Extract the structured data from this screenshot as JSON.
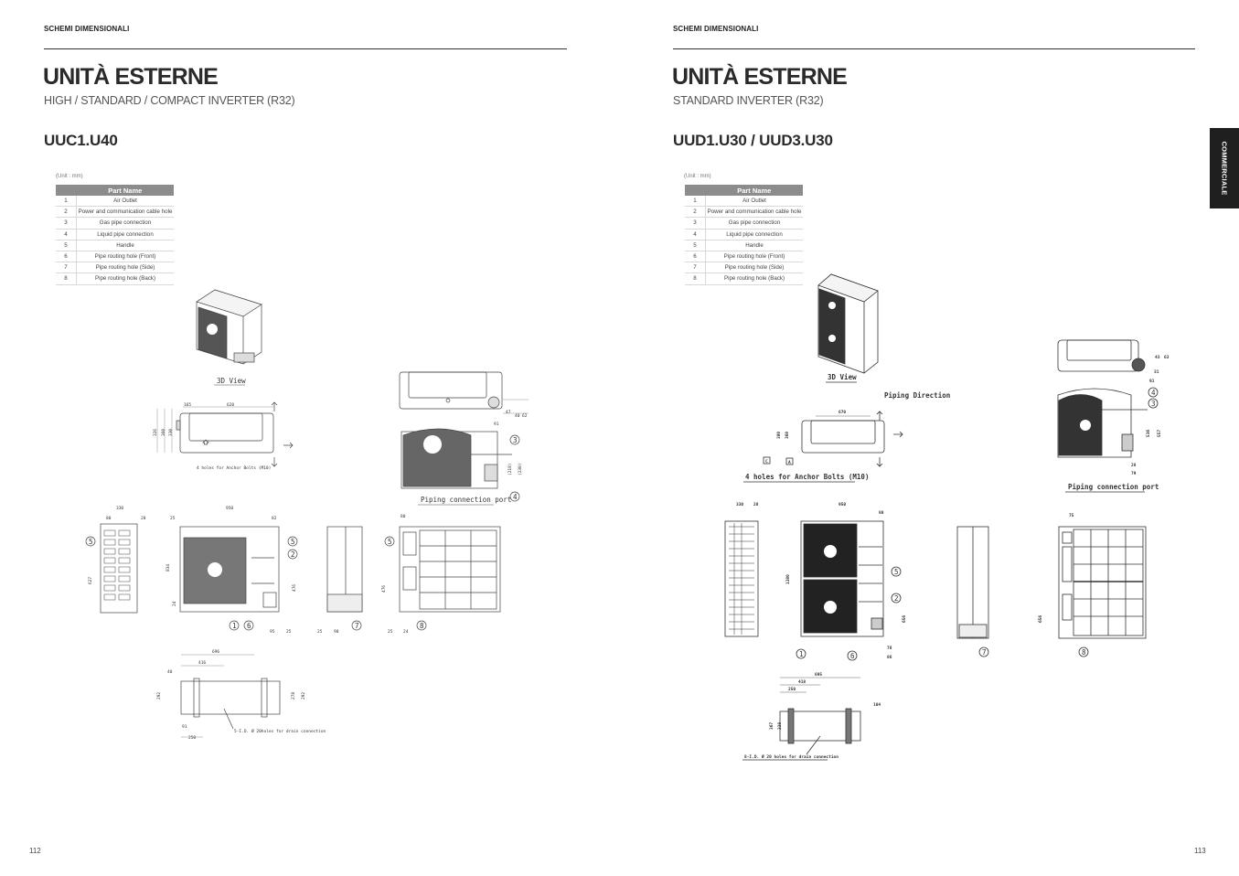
{
  "left_page": {
    "section_label": "SCHEMI DIMENSIONALI",
    "title": "UNITÀ ESTERNE",
    "subtitle": "HIGH / STANDARD / COMPACT INVERTER (R32)",
    "model": "UUC1.U40",
    "unit_note": "(Unit : mm)",
    "parts_table": {
      "header": "Part Name",
      "rows": [
        {
          "num": "1",
          "name": "Air Outlet"
        },
        {
          "num": "2",
          "name": "Power and communication cable hole"
        },
        {
          "num": "3",
          "name": "Gas pipe connection"
        },
        {
          "num": "4",
          "name": "Liquid pipe connection"
        },
        {
          "num": "5",
          "name": "Handle"
        },
        {
          "num": "6",
          "name": "Pipe routing hole (Front)"
        },
        {
          "num": "7",
          "name": "Pipe routing hole (Side)"
        },
        {
          "num": "8",
          "name": "Pipe routing hole (Back)"
        }
      ]
    },
    "drawing": {
      "view_3d_label": "3D View",
      "anchor_note": "4 holes for Anchor Bolts (M10)",
      "piping_port_label": "Piping connection port",
      "drain_note": "5-I.D. Ø 20holes for drain connection",
      "dims": {
        "top_width": "620",
        "top_offset": "165",
        "top_depth_a": "326",
        "top_depth_b": "360",
        "top_depth_c": "330",
        "port_a": "47",
        "port_b": "91",
        "port_c": "40",
        "port_d": "62",
        "port_h1": "(218)",
        "port_h2": "(230)",
        "side_depth": "330",
        "side_a": "80",
        "side_b": "28",
        "side_h": "627",
        "front_width": "950",
        "front_left": "25",
        "front_right": "82",
        "front_height": "834",
        "front_base": "24",
        "front_h5": "476",
        "front_b1": "95",
        "front_b2": "25",
        "rside_b1": "25",
        "rside_b2": "90",
        "back_top": "80",
        "back_h": "476",
        "back_b1": "25",
        "back_b2": "24",
        "base_w1": "696",
        "base_w2": "416",
        "base_w3": "40",
        "base_d1": "292",
        "base_d2": "278",
        "base_d3": "292",
        "base_d4": "91",
        "base_d5": "250"
      }
    },
    "page_number": "112"
  },
  "right_page": {
    "section_label": "SCHEMI DIMENSIONALI",
    "title": "UNITÀ ESTERNE",
    "subtitle": "STANDARD INVERTER (R32)",
    "model": "UUD1.U30 / UUD3.U30",
    "unit_note": "(Unit : mm)",
    "parts_table": {
      "header": "Part Name",
      "rows": [
        {
          "num": "1",
          "name": "Air Outlet"
        },
        {
          "num": "2",
          "name": "Power and communication cable hole"
        },
        {
          "num": "3",
          "name": "Gas pipe connection"
        },
        {
          "num": "4",
          "name": "Liquid pipe connection"
        },
        {
          "num": "5",
          "name": "Handle"
        },
        {
          "num": "6",
          "name": "Pipe routing hole (Front)"
        },
        {
          "num": "7",
          "name": "Pipe routing hole (Side)"
        },
        {
          "num": "8",
          "name": "Pipe routing hole (Back)"
        }
      ]
    },
    "drawing": {
      "view_3d_label": "3D View",
      "piping_direction": "Piping Direction",
      "anchor_note": "4 holes for Anchor Bolts (M10)",
      "piping_port_label": "Piping connection port",
      "drain_note": "8-I.D. Ø 20 holes for drain connection",
      "dims": {
        "top_width": "670",
        "top_depth_a": "380",
        "top_depth_b": "360",
        "side_depth": "330",
        "side_b": "28",
        "front_width": "950",
        "front_right": "80",
        "front_height": "1380",
        "front_h5": "656",
        "front_b1": "78",
        "front_b2": "86",
        "port_a": "43",
        "port_b": "63",
        "port_c": "31",
        "port_d": "91",
        "port_h1": "536",
        "port_h2": "557",
        "port_w1": "28",
        "port_w2": "79",
        "back_top": "75",
        "back_h": "656",
        "base_w1": "695",
        "base_w2": "418",
        "base_w3": "250",
        "base_d1": "367",
        "base_d2": "338",
        "base_d3": "104"
      }
    },
    "side_tab": "COMMERCIALE",
    "page_number": "113"
  }
}
